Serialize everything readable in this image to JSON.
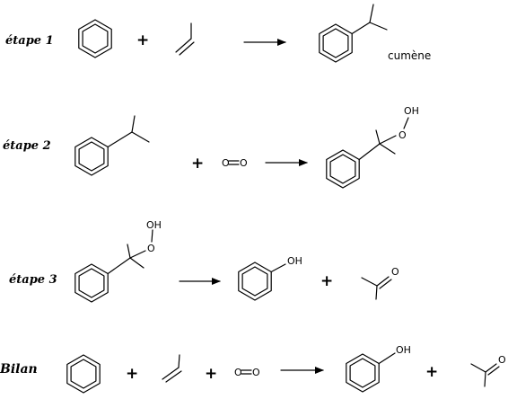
{
  "steps": [
    {
      "label": "étape 1",
      "product_name": "cumène"
    },
    {
      "label": "étape 2"
    },
    {
      "label": "étape 3"
    },
    {
      "label": "Bilan"
    }
  ],
  "symbols": {
    "plus": "+"
  },
  "atoms": {
    "oxygen": "O",
    "hydroperoxy": "OH",
    "hydroxyl": "OH"
  }
}
